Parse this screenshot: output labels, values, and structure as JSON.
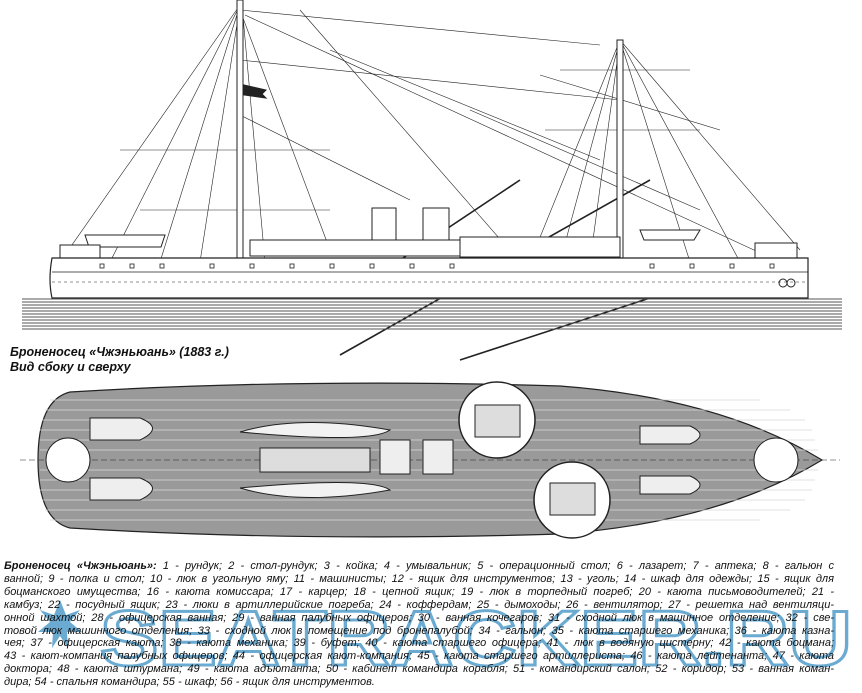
{
  "figure": {
    "title_line1": "Броненосец «Чжэньюань» (1883 г.)",
    "title_line2": "Вид сбоку и сверху"
  },
  "caption": {
    "lead": "Броненосец «Чжэньюань»:",
    "lines": [
      " 1 - рундук; 2 - стол-рундук; 3 - койка; 4 - умывальник; 5 - операционный стол; 6 - лазарет; 7 - аптека; 8 - гальюн с",
      "ванной; 9 - полка и стол; 10 - люк в угольную яму; 11 - машинисты; 12 - ящик для инструментов; 13 - уголь; 14 - шкаф для одежды; 15 - ящик для",
      "боцманского имущества; 16 - каюта комиссара; 17 - карцер; 18 - цепной ящик; 19 - люк в торпедный погреб; 20 - каюта письмоводителей; 21 -",
      "камбуз; 22 - посудный ящик; 23 - люки в артиллерийские погреба; 24 - коффердам; 25 - дымоходы; 26 - вентилятор; 27 - решетка над вентиляци-",
      "онной шахтой; 28 - офицерская ванная; 29 - ванная палубных офицеров; 30 - ванная кочегаров; 31 - сходной люк в машинное отделение; 32 - све-",
      "товой люк машинного отделения; 33 - сходной люк в помещение под бронепалубой; 34 - гальюн; 35 - каюта старшего механика; 36 - каюта казна-",
      "чея; 37 - офицерская каюта; 38 - каюта механика; 39 - буфет; 40 - каюта старшего офицера; 41 - люк в водяную цистерну; 42 - каюта боцмана;",
      "43 - кают-компания палубных офицеров; 44 - офицерская кают-компания; 45 - каюта старшего артиллериста; 46 - каюта лейтенанта; 47 - каюта",
      "доктора; 48 - каюта штурмана; 49 - каюта адъютанта; 50 - кабинет командира корабля; 51 - командирский салон; 52 - коридор; 53 - ванная коман-",
      "дира; 54 - спальня командира; 55 - шкаф; 56 - ящик для инструментов."
    ]
  },
  "watermark": {
    "text": "SEATRACKER.RU",
    "color": "#3a8fc4"
  }
}
